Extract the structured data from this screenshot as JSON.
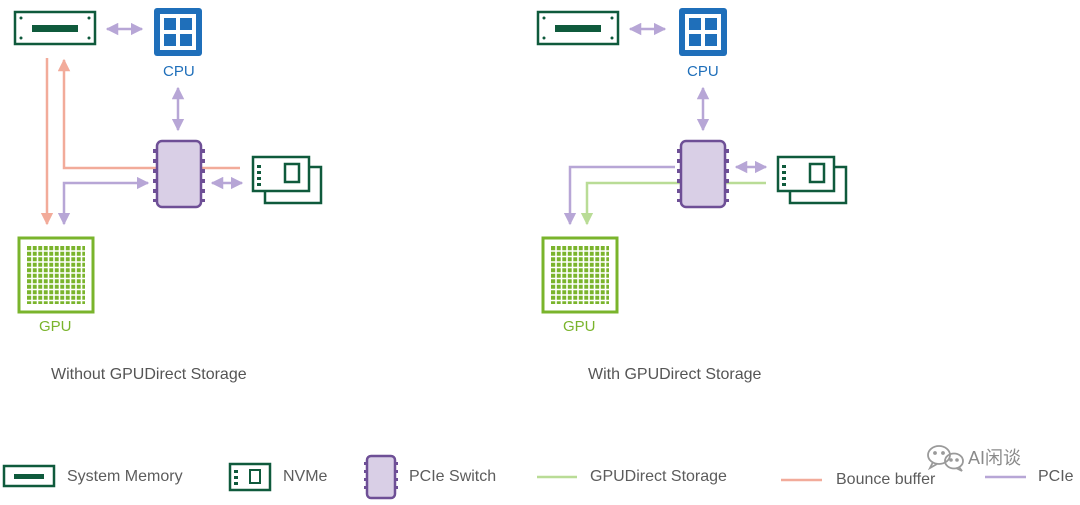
{
  "colors": {
    "memory": "#0f5a3c",
    "cpu": "#1f6fba",
    "gpu": "#7ab42c",
    "pcie_switch_fill": "#d9cfe6",
    "pcie_switch_stroke": "#6e4f96",
    "pcie_line": "#b7a6d6",
    "bounce_line": "#f2ab9a",
    "gds_line": "#b9dc96",
    "nvme": "#0f5a3c"
  },
  "left_panel": {
    "cpu_label": "CPU",
    "gpu_label": "GPU",
    "caption": "Without GPUDirect Storage"
  },
  "right_panel": {
    "cpu_label": "CPU",
    "gpu_label": "GPU",
    "caption": "With GPUDirect Storage"
  },
  "legend": {
    "system_memory": "System Memory",
    "nvme": "NVMe",
    "pcie_switch": "PCIe Switch",
    "gpudirect_storage": "GPUDirect Storage",
    "bounce_buffer": "Bounce buffer",
    "pcie": "PCIe"
  },
  "watermark": {
    "icon": "wechat-icon",
    "text": "AI闲谈"
  }
}
